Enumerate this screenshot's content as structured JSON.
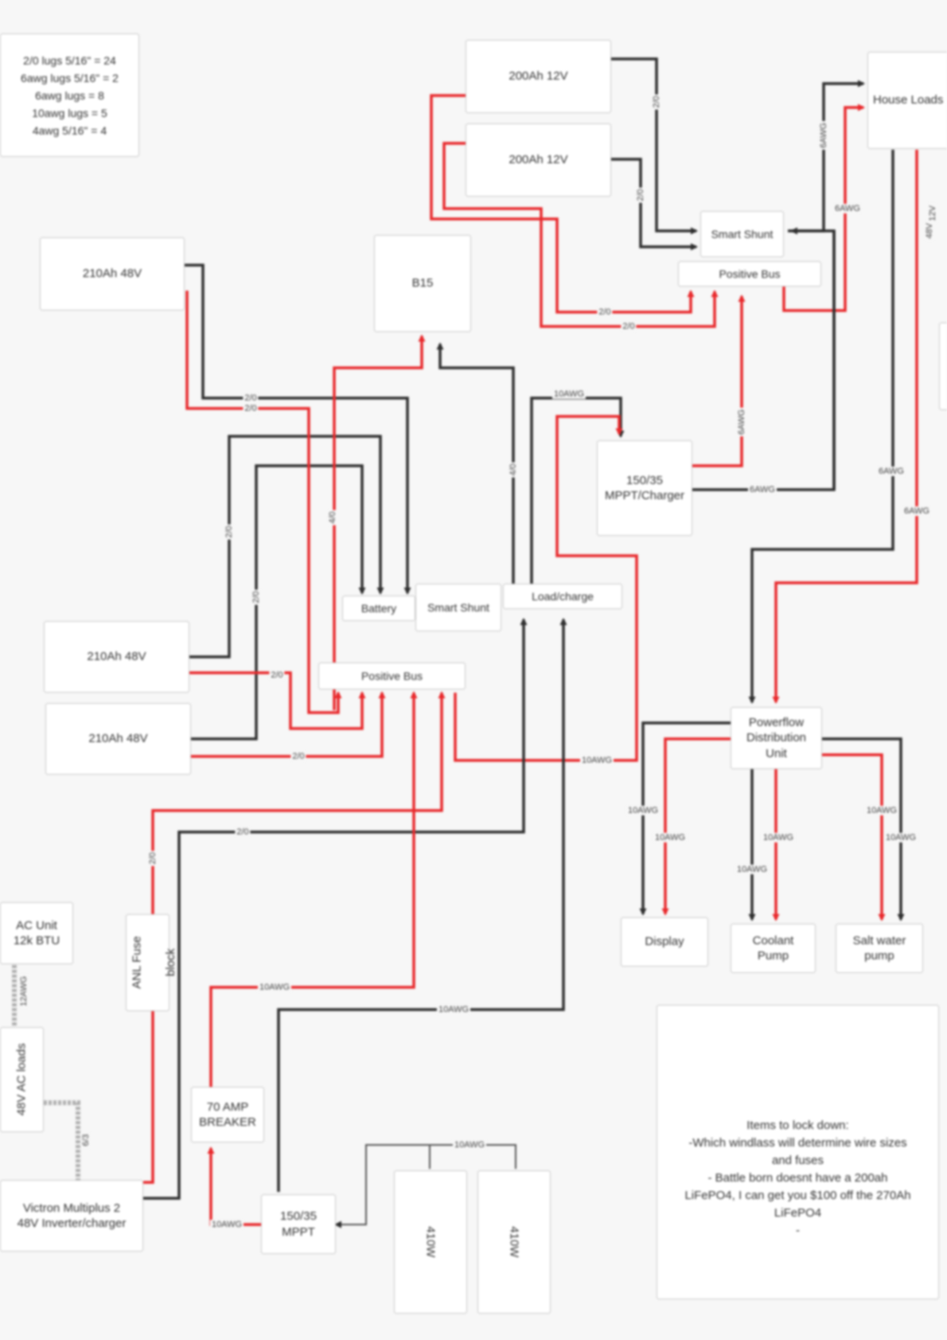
{
  "colors": {
    "positive": "#e8282b",
    "negative": "#2f2f2f",
    "ac": "#b0b0b0",
    "box_border": "#c9c9c9"
  },
  "legend": {
    "lines": [
      "2/0 lugs 5/16\" = 24",
      "6awg lugs 5/16\" = 2",
      "6awg lugs = 8",
      "10awg lugs = 5",
      "4awg 5/16\" = 4"
    ]
  },
  "nodes": {
    "batt_200_a": "200Ah 12V",
    "batt_200_b": "200Ah 12V",
    "house_loads": "House Loads",
    "smart_shunt_top": "Smart Shunt",
    "positive_bus_top": "Positive Bus",
    "bms": "B15",
    "batt_210_a": "210Ah 48V",
    "batt_210_b": "210Ah 48V",
    "batt_210_c": "210Ah 48V",
    "mppt_charger_line1": "150/35",
    "mppt_charger_line2": "MPPT/Charger",
    "battery_bus": "Battery",
    "smart_shunt_mid": "Smart Shunt",
    "load_charge": "Load/charge",
    "positive_bus_mid": "Positive Bus",
    "powerflow_line1": "Powerflow",
    "powerflow_line2": "Distribution",
    "powerflow_line3": "Unit",
    "display": "Display",
    "coolant_pump_line1": "Coolant",
    "coolant_pump_line2": "Pump",
    "salt_pump_line1": "Salt water",
    "salt_pump_line2": "pump",
    "ac_unit_line1": "AC Unit",
    "ac_unit_line2": "12k BTU",
    "ac_loads": "48V AC loads",
    "anl_fuse": "ANL Fuse",
    "anl_fuse_2": "block",
    "breaker_line1": "70 AMP",
    "breaker_line2": "BREAKER",
    "mppt_line1": "150/35",
    "mppt_line2": "MPPT",
    "victron_line1": "Victron Multiplus 2",
    "victron_line2": "48V Inverter/charger",
    "solar_a": "410W",
    "solar_b": "410W"
  },
  "notes": {
    "lines": [
      "Items to lock down:",
      "-Which windlass will determine wire sizes",
      "and fuses",
      "- Battle born doesnt have a 200ah",
      "LiFePO4, I can get you $100 off the 270Ah",
      "LiFePO4",
      "-"
    ]
  },
  "wire_labels": {
    "w1": "2/0",
    "w2": "2/0",
    "w3": "2/0",
    "w4": "2/0",
    "w5": "6AWG",
    "w6": "6AWG",
    "w7": "12V",
    "w8": "2/0",
    "w9": "2/0",
    "w10": "4/0",
    "w11": "4/0",
    "w12": "2/0",
    "w13": "2/0",
    "w14": "10AWG",
    "w15": "6AWG",
    "w16": "6AWG",
    "w17": "6AWG",
    "w18": "6AWG",
    "w19": "10AWG",
    "w20": "2/0",
    "w21": "2/0",
    "w22": "2/0",
    "w23": "10AWG",
    "w24": "10AWG",
    "w25": "10AWG",
    "w26": "10AWG",
    "w27": "10AWG",
    "w28": "10AWG",
    "w29": "2/0",
    "w30": "10AWG",
    "w31": "10AWG",
    "w32": "10AWG",
    "w33": "10AWG",
    "w34": "12AWG",
    "w35": "6/3",
    "w36": "48V"
  }
}
